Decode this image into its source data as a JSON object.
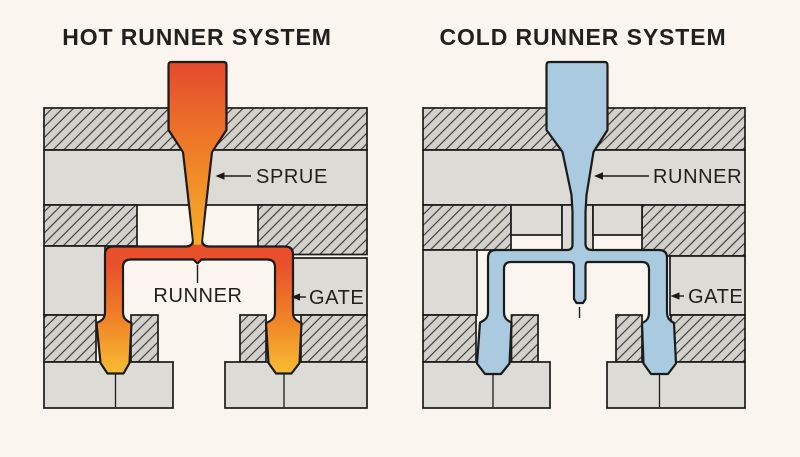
{
  "titles": {
    "hot": "HOT RUNNER SYSTEM",
    "cold": "COLD RUNNER SYSTEM"
  },
  "labels": {
    "hot_sprue": "SPRUE",
    "hot_runner": "RUNNER",
    "hot_gate": "GATE",
    "cold_runner": "RUNNER",
    "cold_gate": "GATE"
  },
  "colors": {
    "bg": "#FAF6EF",
    "ink": "#22201E",
    "line": "#1B1B1B",
    "plate_plain": "#DDDBD5",
    "plate_hatch": "#D3D1CB",
    "hatch_line": "#3B3A38",
    "hot_red": "#E3492D",
    "hot_orange": "#F08127",
    "hot_amber": "#F6AE2B",
    "hot_bar": "#E8502C",
    "hot_yellow": "#F7BD33",
    "cold_fluid": "#A9CADF"
  }
}
